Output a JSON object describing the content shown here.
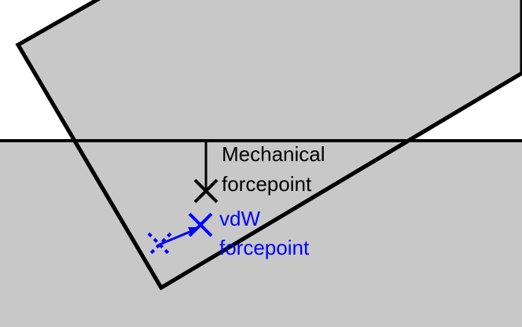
{
  "labels": {
    "mechanical_line1": "Mechanical",
    "mechanical_line2": "forcepoint",
    "vdw_line1": "vdW",
    "vdw_line2": "forcepoint"
  },
  "colors": {
    "background": "#ffffff",
    "fill": "#c8c8c8",
    "outline": "#000000",
    "mechanical": "#000000",
    "vdw": "#0000ff"
  }
}
